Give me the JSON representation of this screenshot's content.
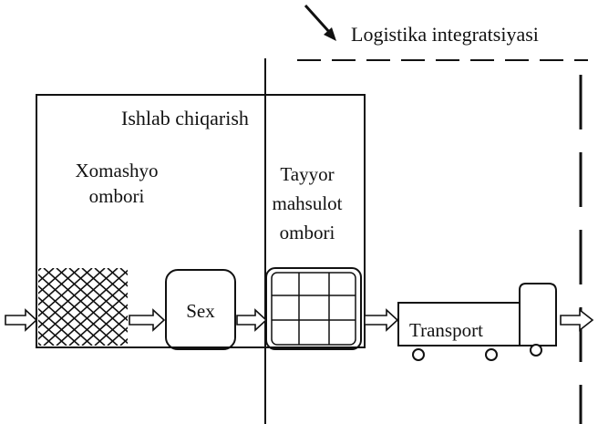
{
  "integration": {
    "label": "Logistika  integratsiyasi"
  },
  "production": {
    "title": "Ishlab  chiqarish"
  },
  "raw_warehouse": {
    "line1": "Xomashyo",
    "line2": "ombori"
  },
  "workshop": {
    "label": "Sex"
  },
  "finished_warehouse": {
    "line1": "Tayyor",
    "line2": "mahsulot",
    "line3": "ombori"
  },
  "transport": {
    "label": "Transport"
  },
  "colors": {
    "ink": "#111111",
    "background": "#ffffff"
  }
}
